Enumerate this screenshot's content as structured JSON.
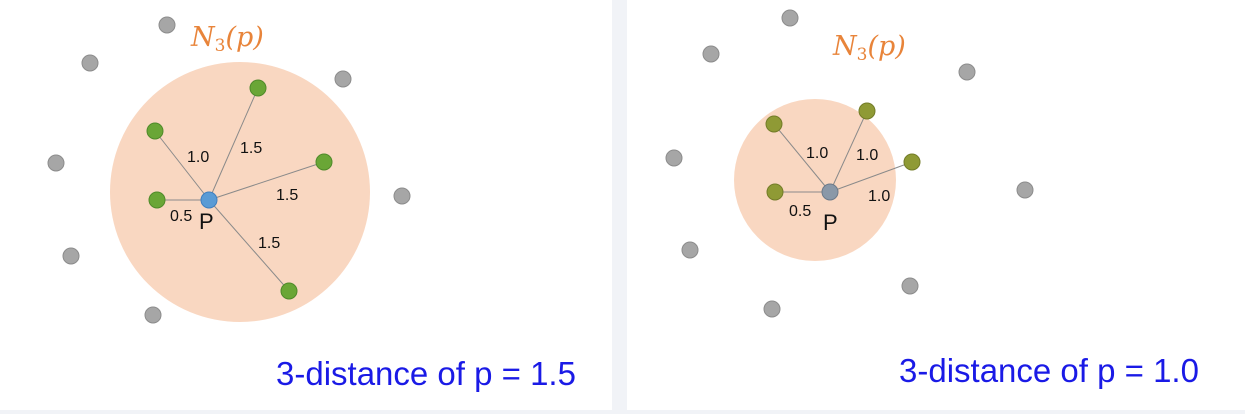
{
  "panels": [
    {
      "neighborhood_label": "N",
      "neighborhood_subscript": "3",
      "neighborhood_arg": "(p)",
      "point_label": "P",
      "caption": "3-distance of p = 1.5",
      "distances": [
        "0.5",
        "1.0",
        "1.5",
        "1.5",
        "1.5"
      ]
    },
    {
      "neighborhood_label": "N",
      "neighborhood_subscript": "3",
      "neighborhood_arg": "(p)",
      "point_label": "P",
      "caption": "3-distance of p = 1.0",
      "distances": [
        "0.5",
        "1.0",
        "1.0",
        "1.0"
      ]
    }
  ],
  "colors": {
    "neighborhood_fill": "#f9d7c1",
    "center_point_left": "#5a9bd5",
    "center_point_right": "#8a98a8",
    "neighbor_left": "#6aa636",
    "neighbor_right": "#8f9a35",
    "outside_point": "#a6a6a6",
    "edge_line": "#8a8a8a",
    "caption": "#1a1ae6",
    "hood_label": "#e8843a"
  }
}
